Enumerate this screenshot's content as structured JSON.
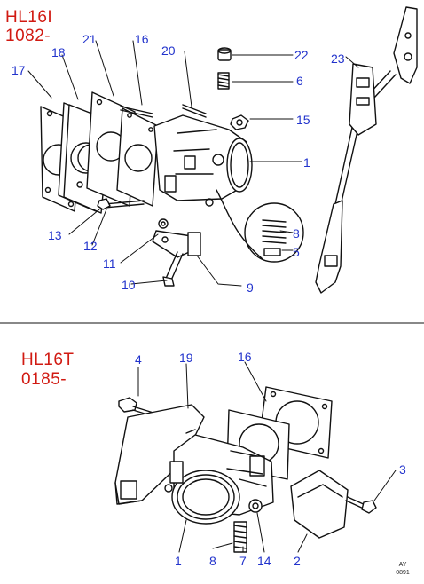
{
  "diagram_title": "",
  "colors": {
    "header": "#d11a12",
    "callout": "#2233cc",
    "lines": "#111111"
  },
  "top_section": {
    "engine_code": "HL16I",
    "from_date": "1082-",
    "callouts": {
      "c17": "17",
      "c18": "18",
      "c21": "21",
      "c16": "16",
      "c20": "20",
      "c22": "22",
      "c23": "23",
      "c6": "6",
      "c15": "15",
      "c1": "1",
      "c13": "13",
      "c12": "12",
      "c8": "8",
      "c5": "5",
      "c11": "11",
      "c10": "10",
      "c9": "9"
    }
  },
  "bottom_section": {
    "engine_code": "HL16T",
    "from_date": "0185-",
    "callouts": {
      "c4": "4",
      "c19": "19",
      "c16": "16",
      "c3": "3",
      "c1": "1",
      "c8": "8",
      "c7": "7",
      "c14": "14",
      "c2": "2"
    }
  },
  "corner_mark": {
    "line1": "AY",
    "line2": "0891"
  }
}
